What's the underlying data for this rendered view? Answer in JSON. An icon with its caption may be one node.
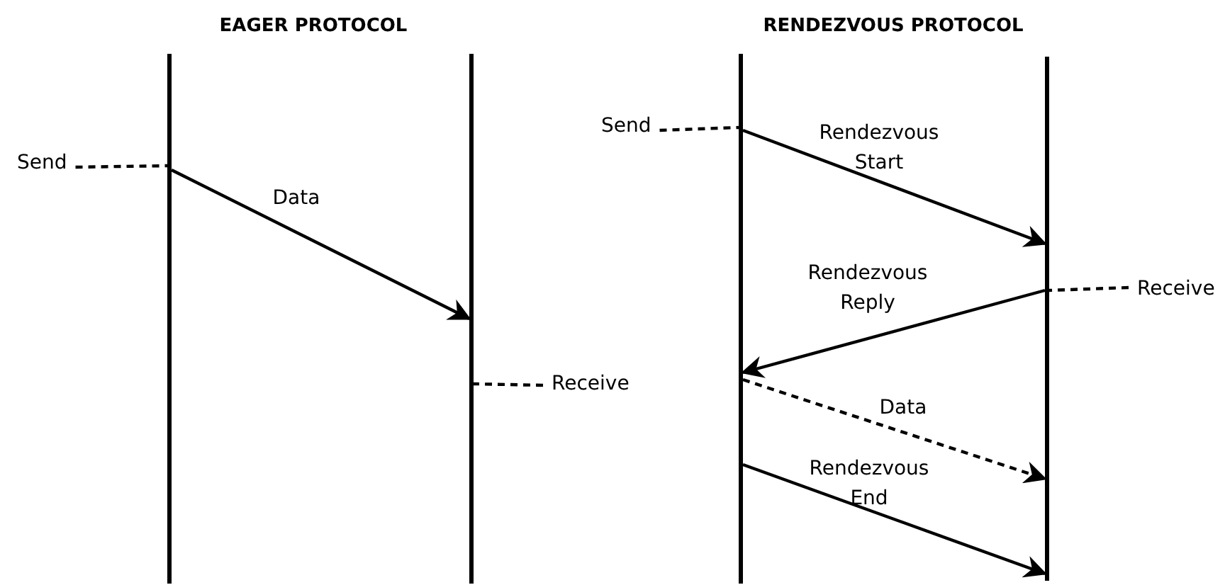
{
  "diagram": {
    "nodes": [
      {
        "text": [],
        "shape": "bar"
      },
      {
        "text": [],
        "shape": "bar"
      },
      {
        "text": [],
        "shape": "bar"
      },
      {
        "text": [],
        "shape": "bar"
      },
      {
        "text": [
          "Send"
        ]
      },
      {
        "text": [
          "Receive"
        ]
      },
      {
        "text": [
          "Send"
        ]
      },
      {
        "text": [
          "Receive"
        ]
      }
    ],
    "edges": [
      {
        "from": 0,
        "to": 1,
        "arrow": "to",
        "label": "Data"
      },
      {
        "from": 4,
        "to": 0,
        "arrow": "none",
        "style": "dashed"
      },
      {
        "from": 5,
        "to": 1,
        "arrow": "none",
        "style": "dashed"
      },
      {
        "from": 2,
        "to": 3,
        "arrow": "to",
        "label": "Rendezvous Start"
      },
      {
        "from": 3,
        "to": 2,
        "arrow": "to",
        "label": "Rendezvous Reply"
      },
      {
        "from": 2,
        "to": 3,
        "arrow": "to",
        "label": "Data",
        "style": "dashed"
      },
      {
        "from": 2,
        "to": 3,
        "arrow": "to",
        "label": "Rendezvous End"
      },
      {
        "from": 6,
        "to": 2,
        "arrow": "none",
        "style": "dashed"
      },
      {
        "from": 7,
        "to": 3,
        "arrow": "none",
        "style": "dashed"
      }
    ],
    "labels": [
      "EAGER PROTOCOL",
      "RENDEZVOUS PROTOCOL"
    ]
  }
}
